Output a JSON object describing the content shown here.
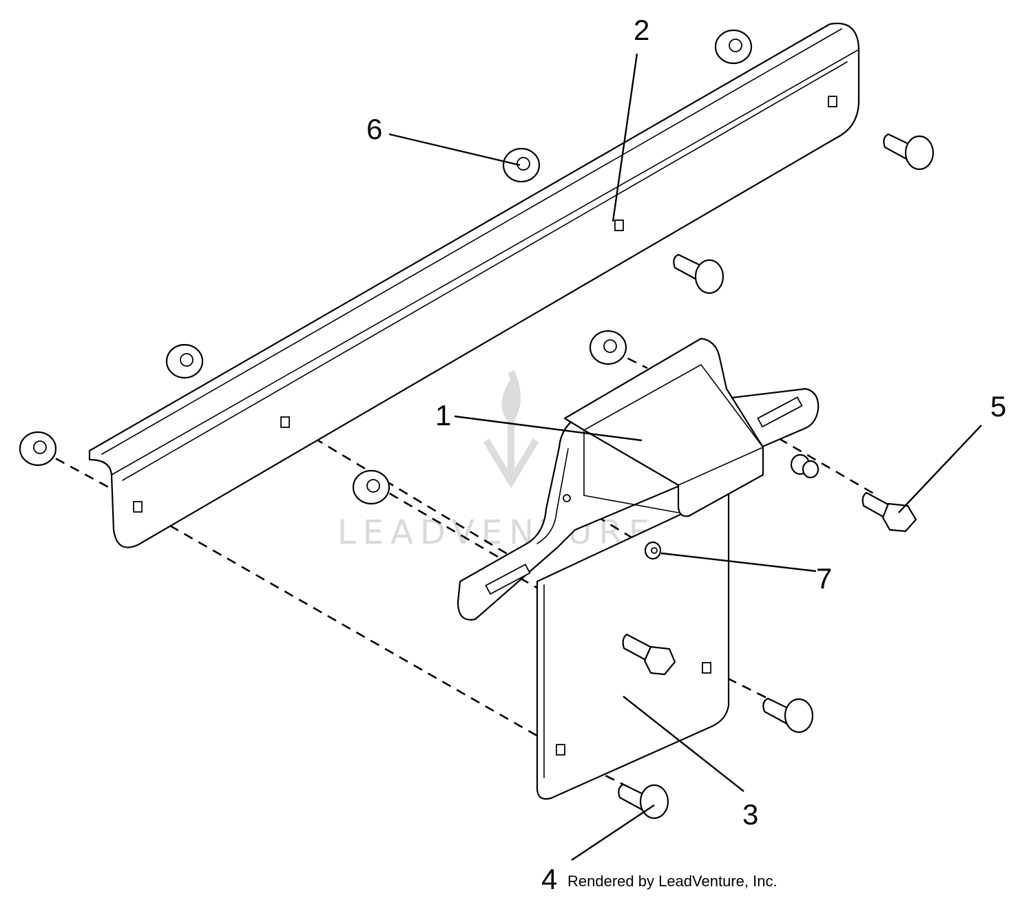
{
  "callouts": {
    "c1": "1",
    "c2": "2",
    "c3": "3",
    "c4": "4",
    "c5": "5",
    "c6": "6",
    "c7": "7"
  },
  "credit": "Rendered by LeadVenture, Inc.",
  "watermark": "LEADVENTURE"
}
